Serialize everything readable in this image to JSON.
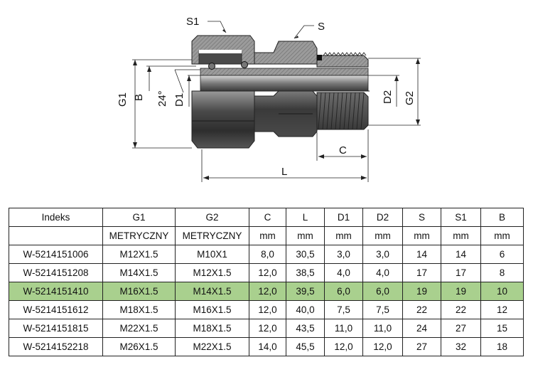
{
  "drawing": {
    "labels": {
      "s1": "S1",
      "s": "S",
      "g1": "G1",
      "b": "B",
      "angle": "24°",
      "d1": "D1",
      "d2": "D2",
      "g2": "G2",
      "c": "C",
      "l": "L"
    },
    "colors": {
      "metal": "#8f8f8f",
      "dark": "#3a3a3a",
      "line": "#222222"
    }
  },
  "table": {
    "headers": [
      "Indeks",
      "G1",
      "G2",
      "C",
      "L",
      "D1",
      "D2",
      "S",
      "S1",
      "B"
    ],
    "units": [
      "",
      "METRYCZNY",
      "METRYCZNY",
      "mm",
      "mm",
      "mm",
      "mm",
      "mm",
      "mm",
      "mm"
    ],
    "highlight_color": "#a9d08e",
    "rows": [
      [
        "W-5214151006",
        "M12X1.5",
        "M10X1",
        "8,0",
        "30,5",
        "3,0",
        "3,0",
        "14",
        "14",
        "6"
      ],
      [
        "W-5214151208",
        "M14X1.5",
        "M12X1.5",
        "12,0",
        "38,5",
        "4,0",
        "4,0",
        "17",
        "17",
        "8"
      ],
      [
        "W-5214151410",
        "M16X1.5",
        "M14X1.5",
        "12,0",
        "39,5",
        "6,0",
        "6,0",
        "19",
        "19",
        "10"
      ],
      [
        "W-5214151612",
        "M18X1.5",
        "M16X1.5",
        "12,0",
        "40,0",
        "7,5",
        "7,5",
        "22",
        "22",
        "12"
      ],
      [
        "W-5214151815",
        "M22X1.5",
        "M18X1.5",
        "12,0",
        "43,5",
        "11,0",
        "11,0",
        "24",
        "27",
        "15"
      ],
      [
        "W-5214152218",
        "M26X1.5",
        "M22X1.5",
        "14,0",
        "45,5",
        "12,0",
        "12,0",
        "27",
        "32",
        "18"
      ]
    ],
    "highlighted_row": 2
  }
}
